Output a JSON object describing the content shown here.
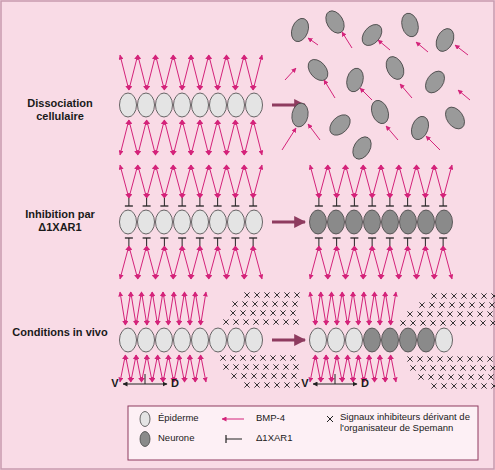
{
  "diagram": {
    "labels": [
      "Dissociation cellulaire",
      "Inhibition par Δ1XAR1",
      "Conditions in vivo",
      "V",
      "D",
      "V",
      "D"
    ],
    "legend": [
      {
        "text": "Épiderme",
        "color": "#e4e4e4"
      },
      {
        "text": "Neurone",
        "color": "#8a8a8a"
      },
      {
        "text": "BMP-4"
      },
      {
        "text": "Δ1XAR1"
      },
      {
        "text": "Signaux inhibiteurs dérivant de l'organisateur de Spemann"
      }
    ]
  }
}
